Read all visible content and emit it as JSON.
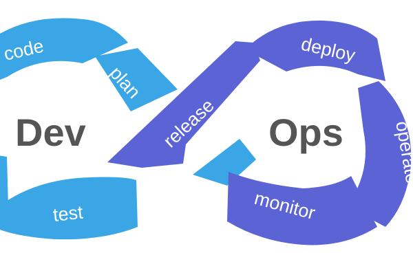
{
  "diagram": {
    "left_title": "Dev",
    "right_title": "Ops",
    "stages": {
      "plan": "plan",
      "code": "code",
      "test": "test",
      "release": "release",
      "deploy": "deploy",
      "operate": "operate",
      "monitor": "monitor"
    }
  },
  "colors": {
    "dev": "#3aa6e6",
    "ops": "#5b63d5",
    "center_text": "#555555",
    "background": "#ffffff"
  }
}
